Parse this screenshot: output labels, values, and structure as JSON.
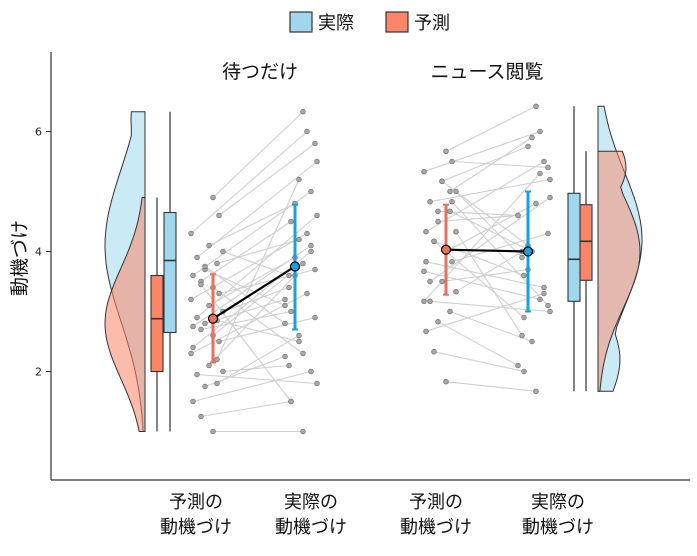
{
  "legend": [
    {
      "label": "実際",
      "color": "#9fd8ee"
    },
    {
      "label": "予測",
      "color": "#fb8566"
    }
  ],
  "colors": {
    "actual": "#9fd8ee",
    "predicted": "#fb8566",
    "actual_err": "#1a9fe0",
    "predicted_err": "#f06d58",
    "mean_line": "#000000"
  },
  "chart_data": {
    "type": "raincloud",
    "ylabel": "動機づけ",
    "ylim": [
      0,
      7.3
    ],
    "yticks": [
      2,
      4,
      6
    ],
    "x_labels": [
      {
        "line1": "予測の",
        "line2": "動機づけ"
      },
      {
        "line1": "実際の",
        "line2": "動機づけ"
      },
      {
        "line1": "予測の",
        "line2": "動機づけ"
      },
      {
        "line1": "実際の",
        "line2": "動機づけ"
      }
    ],
    "panels": [
      {
        "title": "待つだけ",
        "predicted": {
          "mean": 2.88,
          "ci": [
            2.15,
            3.62
          ],
          "box": {
            "min": 1.0,
            "q1": 2.0,
            "median": 2.88,
            "q3": 3.6,
            "max": 4.9
          }
        },
        "actual": {
          "mean": 3.75,
          "ci": [
            2.7,
            4.78
          ],
          "box": {
            "min": 1.0,
            "q1": 2.65,
            "median": 3.85,
            "q3": 4.65,
            "max": 6.33
          }
        },
        "pairs": [
          [
            1.0,
            1.0
          ],
          [
            1.25,
            1.5
          ],
          [
            1.5,
            2.0
          ],
          [
            1.75,
            2.25
          ],
          [
            1.8,
            2.6
          ],
          [
            1.95,
            1.8
          ],
          [
            2.0,
            2.1
          ],
          [
            2.1,
            3.6
          ],
          [
            2.3,
            3.3
          ],
          [
            2.5,
            2.9
          ],
          [
            2.6,
            3.8
          ],
          [
            2.7,
            3.0
          ],
          [
            2.75,
            4.1
          ],
          [
            2.8,
            3.2
          ],
          [
            2.85,
            2.5
          ],
          [
            2.9,
            4.6
          ],
          [
            3.0,
            3.4
          ],
          [
            3.1,
            3.9
          ],
          [
            3.2,
            4.3
          ],
          [
            3.3,
            3.7
          ],
          [
            3.4,
            2.3
          ],
          [
            3.5,
            4.5
          ],
          [
            3.6,
            5.0
          ],
          [
            3.7,
            3.1
          ],
          [
            3.8,
            4.2
          ],
          [
            3.9,
            5.5
          ],
          [
            4.0,
            3.6
          ],
          [
            4.1,
            4.8
          ],
          [
            4.3,
            6.0
          ],
          [
            4.6,
            5.8
          ],
          [
            4.9,
            6.33
          ],
          [
            3.45,
            1.5
          ],
          [
            2.4,
            4.0
          ],
          [
            3.75,
            2.8
          ],
          [
            2.2,
            5.2
          ]
        ]
      },
      {
        "title": "ニュース閲覧",
        "predicted": {
          "mean": 4.03,
          "ci": [
            3.28,
            4.78
          ],
          "box": {
            "min": 1.67,
            "q1": 3.52,
            "median": 4.17,
            "q3": 4.78,
            "max": 5.67
          }
        },
        "actual": {
          "mean": 4.0,
          "ci": [
            3.0,
            5.0
          ],
          "box": {
            "min": 1.67,
            "q1": 3.17,
            "median": 3.87,
            "q3": 4.97,
            "max": 6.42
          }
        },
        "pairs": [
          [
            1.83,
            1.67
          ],
          [
            2.33,
            2.0
          ],
          [
            2.67,
            3.3
          ],
          [
            2.83,
            2.1
          ],
          [
            3.0,
            2.5
          ],
          [
            3.17,
            3.0
          ],
          [
            3.33,
            4.0
          ],
          [
            3.5,
            3.7
          ],
          [
            3.67,
            3.2
          ],
          [
            3.83,
            4.3
          ],
          [
            4.0,
            4.8
          ],
          [
            4.17,
            3.6
          ],
          [
            4.33,
            5.5
          ],
          [
            4.5,
            4.6
          ],
          [
            4.67,
            4.0
          ],
          [
            4.83,
            5.2
          ],
          [
            5.0,
            3.9
          ],
          [
            5.17,
            5.75
          ],
          [
            5.33,
            6.0
          ],
          [
            5.5,
            5.4
          ],
          [
            5.67,
            6.42
          ],
          [
            4.17,
            2.9
          ],
          [
            3.83,
            3.4
          ],
          [
            4.67,
            4.6
          ],
          [
            5.0,
            5.9
          ],
          [
            3.5,
            4.9
          ],
          [
            4.33,
            2.6
          ],
          [
            5.17,
            4.1
          ],
          [
            3.17,
            5.3
          ],
          [
            4.83,
            3.1
          ]
        ]
      }
    ]
  }
}
